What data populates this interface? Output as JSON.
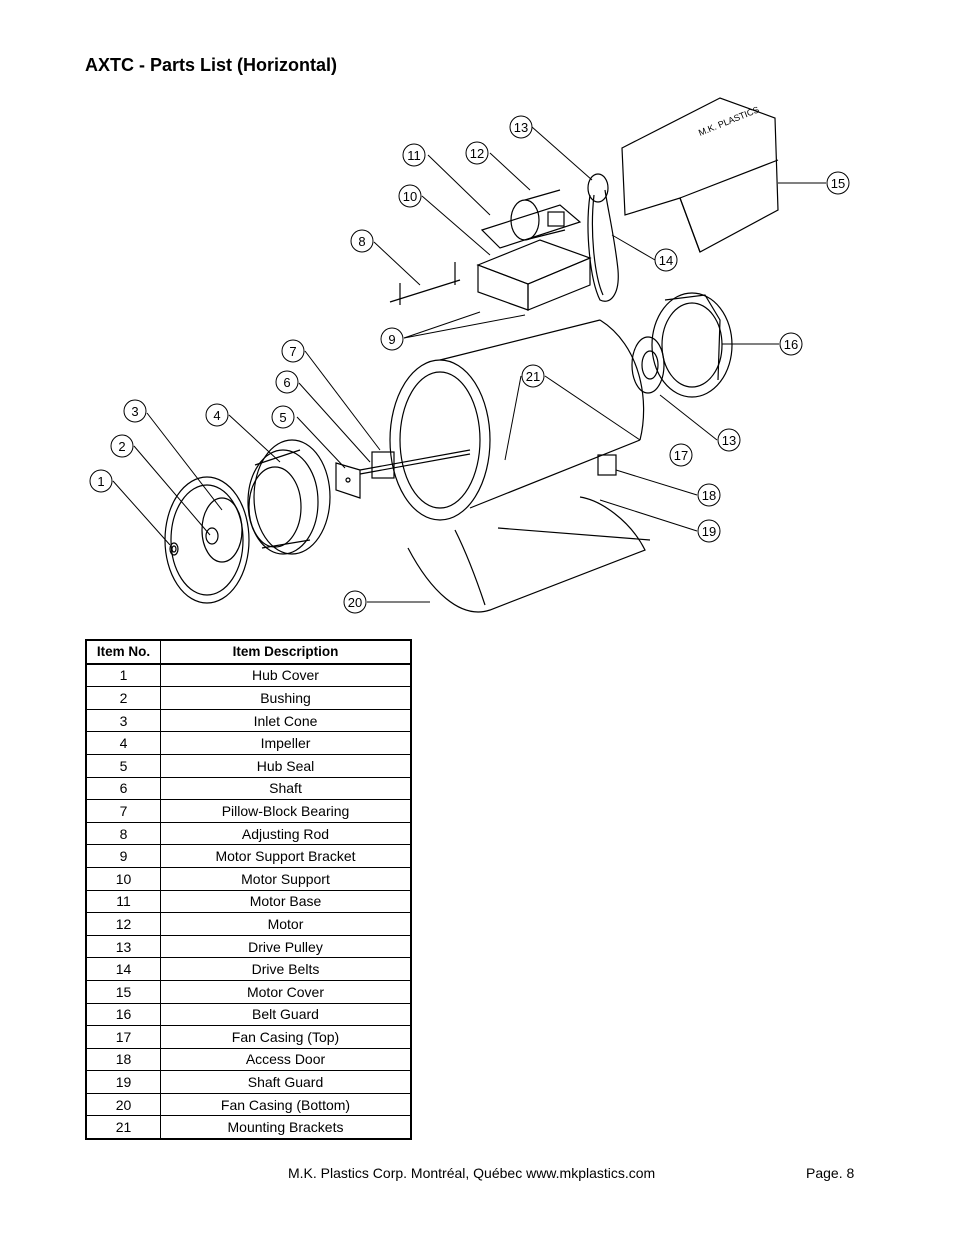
{
  "title": "AXTC - Parts List (Horizontal)",
  "diagram": {
    "callouts": [
      "1",
      "2",
      "3",
      "4",
      "5",
      "6",
      "7",
      "8",
      "9",
      "10",
      "11",
      "12",
      "13",
      "14",
      "15",
      "16",
      "13",
      "17",
      "18",
      "19",
      "20",
      "21"
    ],
    "cover_lettering": "M.K. PLASTICS"
  },
  "table": {
    "headers": [
      "Item No.",
      "Item Description"
    ],
    "rows": [
      {
        "no": "1",
        "desc": "Hub Cover"
      },
      {
        "no": "2",
        "desc": "Bushing"
      },
      {
        "no": "3",
        "desc": "Inlet Cone"
      },
      {
        "no": "4",
        "desc": "Impeller"
      },
      {
        "no": "5",
        "desc": "Hub Seal"
      },
      {
        "no": "6",
        "desc": "Shaft"
      },
      {
        "no": "7",
        "desc": "Pillow-Block Bearing"
      },
      {
        "no": "8",
        "desc": "Adjusting Rod"
      },
      {
        "no": "9",
        "desc": "Motor Support Bracket"
      },
      {
        "no": "10",
        "desc": "Motor Support"
      },
      {
        "no": "11",
        "desc": "Motor Base"
      },
      {
        "no": "12",
        "desc": "Motor"
      },
      {
        "no": "13",
        "desc": "Drive Pulley"
      },
      {
        "no": "14",
        "desc": "Drive Belts"
      },
      {
        "no": "15",
        "desc": "Motor Cover"
      },
      {
        "no": "16",
        "desc": "Belt Guard"
      },
      {
        "no": "17",
        "desc": "Fan Casing (Top)"
      },
      {
        "no": "18",
        "desc": "Access Door"
      },
      {
        "no": "19",
        "desc": "Shaft Guard"
      },
      {
        "no": "20",
        "desc": "Fan Casing (Bottom)"
      },
      {
        "no": "21",
        "desc": "Mounting Brackets"
      }
    ]
  },
  "footer": {
    "company": "M.K. Plastics Corp. Montréal, Québec   www.mkplastics.com",
    "page": "Page. 8"
  }
}
